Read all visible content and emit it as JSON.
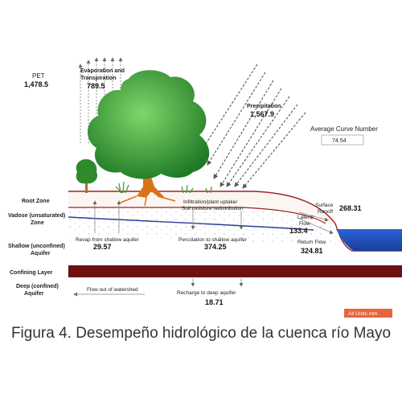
{
  "labels": {
    "pet": "PET",
    "evap1": "Evaporation and",
    "evap2": "Transpiration",
    "precip": "Precipitation",
    "acn": "Average Curve Number",
    "infil1": "Infiltration/plant uptake/",
    "infil2": "Soil moisture redistribution",
    "root": "Root Zone",
    "vadose1": "Vadose (unsaturated)",
    "vadose2": "Zone",
    "shallow1": "Shallow (unconfined)",
    "shallow2": "Aquifer",
    "surface1": "Surface",
    "surface2": "Runoff",
    "lateral1": "Lateral",
    "lateral2": "Flow",
    "revap": "Revap from shallow aquifer",
    "perc": "Percolation to shallow aquifer",
    "return": "Return Flow",
    "confining": "Confining Layer",
    "deep1": "Deep (confined)",
    "deep2": "Aquifer",
    "outflow": "Flow out of watershed",
    "recharge": "Recharge to deep aquifer",
    "units": "All Units mm"
  },
  "values": {
    "pet": "1,478.5",
    "evap": "789.5",
    "precip": "1,567.9",
    "acn": "74.54",
    "surface": "268.31",
    "lateral": "133.4",
    "revap": "29.57",
    "perc": "374.25",
    "return": "324.81",
    "recharge": "18.71"
  },
  "caption": "Figura 4. Desempeño hidrológico de la cuenca río Mayo",
  "colors": {
    "ground_line": "#a0202a",
    "water_table": "#2a3d9a",
    "confining": "#6e0f14",
    "water": "#1f4fb8",
    "foliage": "#3aa334",
    "trunk": "#d9731a",
    "units_badge": "#e8643f"
  }
}
